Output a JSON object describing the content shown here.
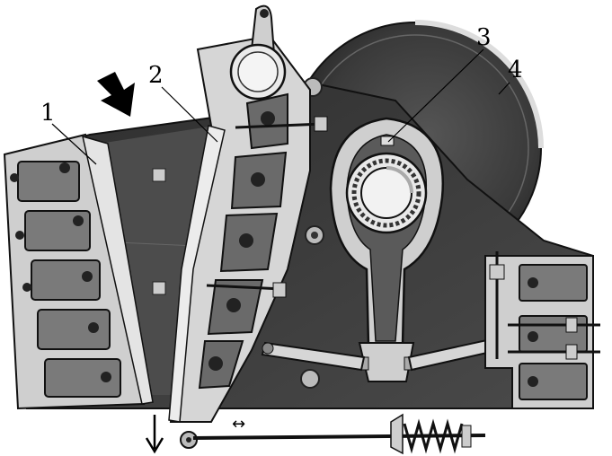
{
  "labels": {
    "fixed_jaw": "1",
    "swing_jaw": "2",
    "eccentric_shaft": "3",
    "flywheel": "4"
  },
  "indicators": {
    "feed_arrow": "feed-arrow-icon",
    "discharge_arrow": "down-arrow-icon",
    "adjust_arrow": "↔"
  },
  "colors": {
    "frame": "#3a3a3a",
    "casting": "#d8d8d8",
    "cavity": "#6a6a6a",
    "outline": "#111111",
    "background": "#ffffff"
  }
}
